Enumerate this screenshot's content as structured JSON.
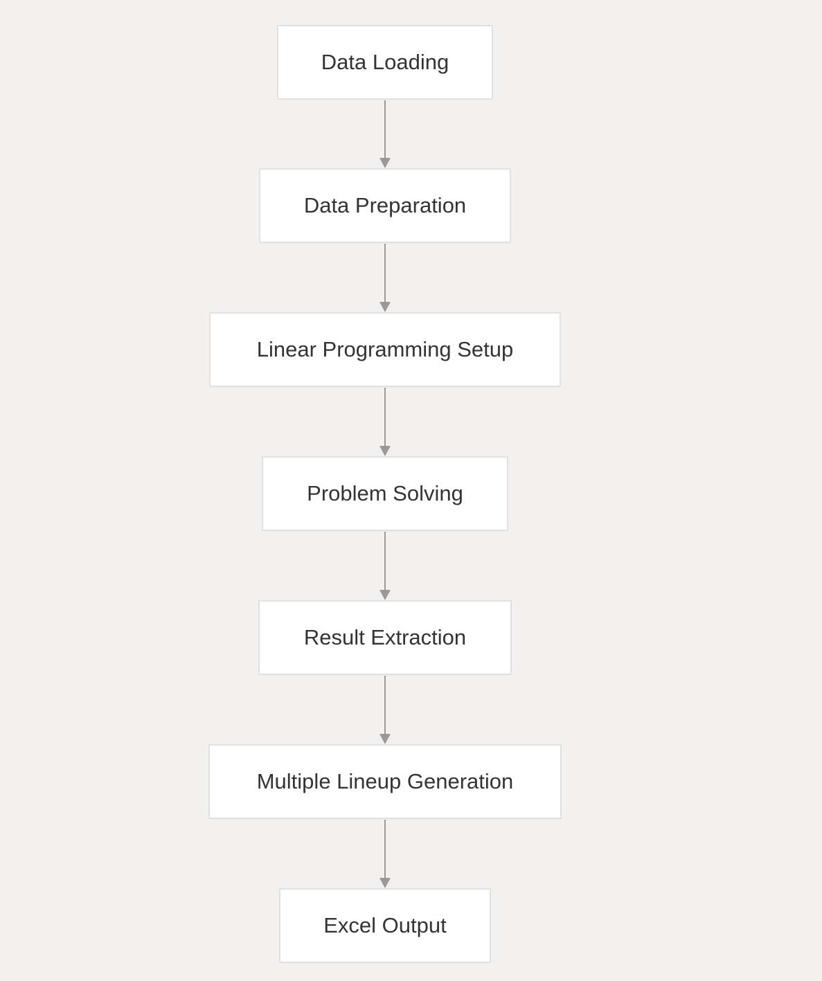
{
  "diagram": {
    "type": "flowchart",
    "direction": "top-to-bottom",
    "colors": {
      "background": "#f2f1ef",
      "node_fill": "#ffffff",
      "node_border": "#e1e1e1",
      "edge": "#999999",
      "text": "#333333"
    },
    "nodes": [
      {
        "id": "n0",
        "label": "Data Loading"
      },
      {
        "id": "n1",
        "label": "Data Preparation"
      },
      {
        "id": "n2",
        "label": "Linear Programming Setup"
      },
      {
        "id": "n3",
        "label": "Problem Solving"
      },
      {
        "id": "n4",
        "label": "Result Extraction"
      },
      {
        "id": "n5",
        "label": "Multiple Lineup Generation"
      },
      {
        "id": "n6",
        "label": "Excel Output"
      }
    ],
    "edges": [
      {
        "from": "n0",
        "to": "n1"
      },
      {
        "from": "n1",
        "to": "n2"
      },
      {
        "from": "n2",
        "to": "n3"
      },
      {
        "from": "n3",
        "to": "n4"
      },
      {
        "from": "n4",
        "to": "n5"
      },
      {
        "from": "n5",
        "to": "n6"
      }
    ]
  }
}
